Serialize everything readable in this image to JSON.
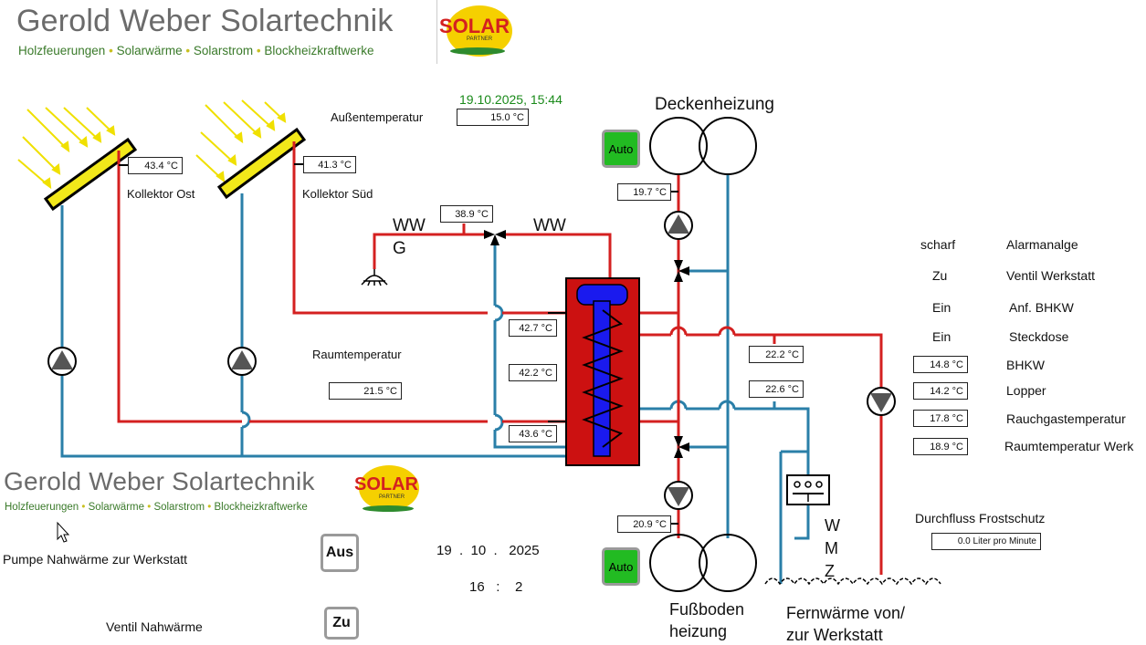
{
  "header": {
    "company": "Gerold Weber Solartechnik",
    "tagline": [
      "Holzfeuerungen",
      "Solarwärme",
      "Solarstrom",
      "Blockheizkraftwerke"
    ],
    "logo_main": "SOLAR",
    "logo_small": "PARTNER",
    "datetime": "19.10.2025,  15:44"
  },
  "sensors": {
    "outside_label": "Außentemperatur",
    "outside": "15.0 °C",
    "collector_east": "43.4 °C",
    "collector_east_label": "Kollektor Ost",
    "collector_south": "41.3 °C",
    "collector_south_label": "Kollektor Süd",
    "ww_mix": "38.9 °C",
    "ww_left": "WW",
    "ww_g": "G",
    "ww_right": "WW",
    "room_label": "Raumtemperatur",
    "room": "21.5 °C",
    "tank_top": "42.7 °C",
    "tank_mid": "42.2 °C",
    "tank_bottom": "43.6 °C",
    "ceiling_flow": "19.7 °C",
    "floor_flow": "20.9 °C",
    "district_flow": "22.2 °C",
    "district_return": "22.6 °C"
  },
  "heating": {
    "ceiling_label": "Deckenheizung",
    "floor_label_1": "Fußboden",
    "floor_label_2": "heizung",
    "district_label_1": "Fernwärme von/",
    "district_label_2": "zur Werkstatt",
    "wmz": [
      "W",
      "M",
      "Z"
    ],
    "auto_label": "Auto"
  },
  "status": {
    "rows": [
      {
        "state": "scharf",
        "name": "Alarmanalge"
      },
      {
        "state": "Zu",
        "name": "Ventil Werkstatt"
      },
      {
        "state": "Ein",
        "name": "Anf. BHKW"
      },
      {
        "state": "Ein",
        "name": "Steckdose"
      }
    ],
    "values": [
      {
        "value": "14.8 °C",
        "name": "BHKW"
      },
      {
        "value": "14.2 °C",
        "name": "Lopper"
      },
      {
        "value": "17.8 °C",
        "name": "Rauchgastemperatur"
      },
      {
        "value": "18.9 °C",
        "name": "Raumtemperatur Werk"
      }
    ],
    "flow_label": "Durchfluss Frostschutz",
    "flow_value": "0.0 Liter pro Minute"
  },
  "controls": {
    "pump_label": "Pumpe  Nahwärme zur Werkstatt",
    "pump_button": "Aus",
    "valve_label": "Ventil Nahwärme",
    "valve_button": "Zu",
    "date_day": "19",
    "date_month": "10",
    "date_year": "2025",
    "time_hour": "16",
    "time_min": "2"
  },
  "colors": {
    "hot": "#d42020",
    "cold": "#2a7fa8",
    "tank": "#cc1111",
    "coil": "#1a1aee",
    "panel": "#f2e81a",
    "brand_green": "#3a7a2a"
  }
}
